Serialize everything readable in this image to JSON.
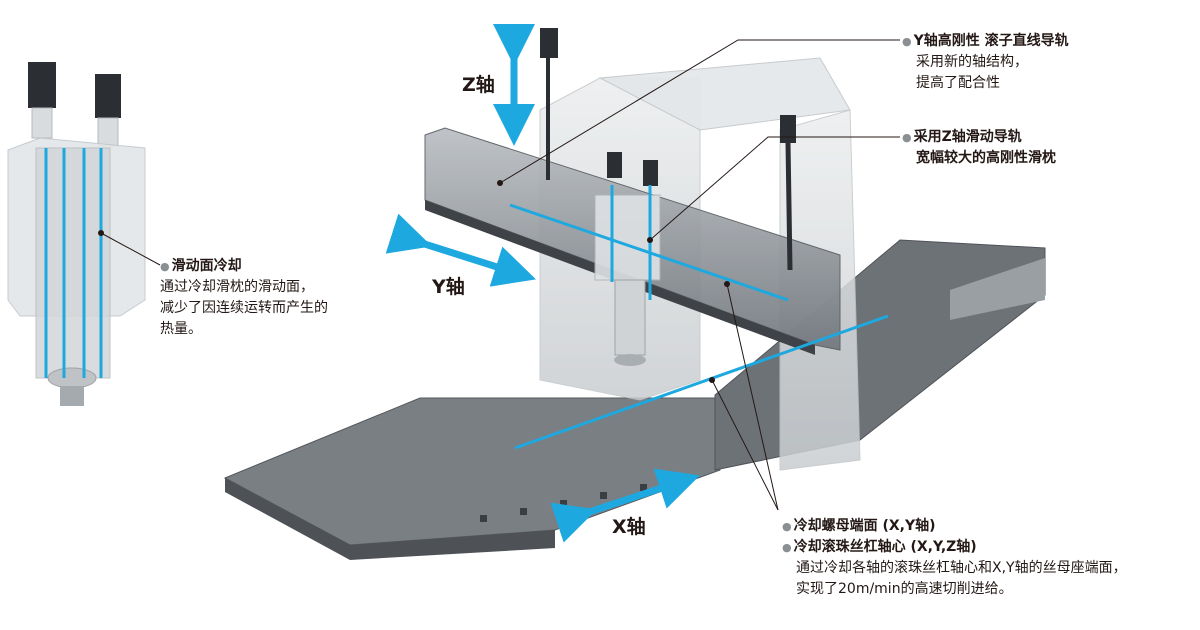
{
  "colors": {
    "cooling_line": "#1ea8e0",
    "axis_arrow": "#1ea8e0",
    "dot": "#8a8f94",
    "machine_body": "#d4d6d8",
    "machine_dark": "#5b6066"
  },
  "axes": {
    "z": "Z轴",
    "y": "Y轴",
    "x": "X轴"
  },
  "callouts": {
    "y_rail": {
      "title": "Y轴高刚性  滚子直线导轨",
      "line1": "采用新的轴结构，",
      "line2": "提高了配合性"
    },
    "z_ram": {
      "title": "采用Z轴滑动导轨",
      "title2": "宽幅较大的高刚性滑枕"
    },
    "slide": {
      "title": "滑动面冷却",
      "line1": "通过冷却滑枕的滑动面，",
      "line2": "减少了因连续运转而产生的",
      "line3": "热量。"
    },
    "nut": {
      "title": "冷却螺母端面 (X,Y轴)"
    },
    "ballscrew": {
      "title": "冷却滚珠丝杠轴心 (X,Y,Z轴)",
      "line1": "通过冷却各轴的滚珠丝杠轴心和X,Y轴的丝母座端面，",
      "line2": "实现了20m/min的高速切削进给。"
    }
  }
}
